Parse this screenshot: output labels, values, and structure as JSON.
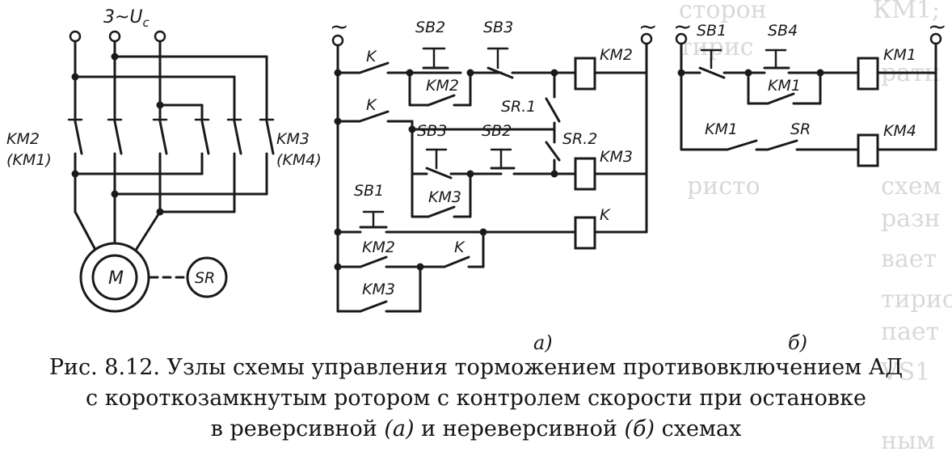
{
  "supply": "3~U",
  "supply_sub": "c",
  "tilde": "~",
  "sub_a": "а)",
  "sub_b": "б)",
  "caption_lines": [
    "Рис. 8.12. Узлы схемы управления торможением противовключением АД",
    "с короткозамкнутым ротором с контролем скорости при остановке"
  ],
  "caption_line3": {
    "before": "в реверсивной ",
    "em1": "(а)",
    "middle": " и нереверсивной ",
    "em2": "(б)",
    "after": " схемах"
  },
  "labels": {
    "KM2_main": "KM2",
    "KM1_paren": "(KM1)",
    "KM3_main": "KM3",
    "KM4_paren": "(KM4)",
    "M": "M",
    "SR_gen": "SR",
    "K1": "K",
    "K2": "K",
    "SB2_a": "SB2",
    "SB3_a": "SB3",
    "KM2_coil": "KM2",
    "KM2_hold": "KM2",
    "SR1": "SR.1",
    "SB3_b": "SB3",
    "SB2_b": "SB2",
    "SR2": "SR.2",
    "KM3_hold": "KM3",
    "KM3_coil": "KM3",
    "SB1_a": "SB1",
    "K_coil": "K",
    "KM2_k": "KM2",
    "K3": "K",
    "KM3_k": "KM3",
    "SB1_b": "SB1",
    "SB4": "SB4",
    "KM1_coil": "KM1",
    "KM1_hold": "KM1",
    "KM1_b": "KM1",
    "SR_b": "SR",
    "KM4_coil": "KM4"
  },
  "background_text": [
    "сторон",
    "тирис",
    "ристо",
    "КМ1;",
    "ратн",
    "схем",
    "разн",
    "вает",
    "тирис",
    "пает",
    "VS1",
    "ным"
  ]
}
